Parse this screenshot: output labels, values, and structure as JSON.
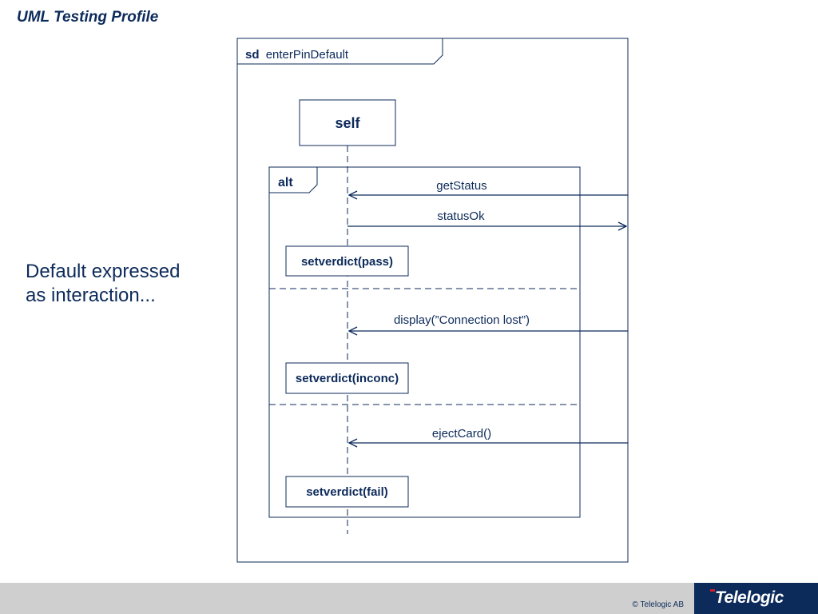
{
  "slide": {
    "title": "UML Testing Profile",
    "caption_line1": "Default expressed",
    "caption_line2": "as interaction..."
  },
  "diagram": {
    "frame_keyword": "sd",
    "frame_name": "enterPinDefault",
    "lifeline": "self",
    "fragment_operator": "alt",
    "messages": [
      {
        "label": "getStatus",
        "direction": "incoming"
      },
      {
        "label": "statusOk",
        "direction": "outgoing"
      },
      {
        "label": "display(”Connection lost”)",
        "direction": "incoming"
      },
      {
        "label": "ejectCard()",
        "direction": "incoming"
      }
    ],
    "actions": [
      {
        "label": "setverdict(pass)"
      },
      {
        "label": "setverdict(inconc)"
      },
      {
        "label": "setverdict(fail)"
      }
    ]
  },
  "footer": {
    "copyright": "© Telelogic AB",
    "logo": "Telelogic"
  },
  "colors": {
    "primary": "#0c2a5a",
    "footer_gray": "#cfcfcf",
    "logo_accent": "#d0202e"
  }
}
